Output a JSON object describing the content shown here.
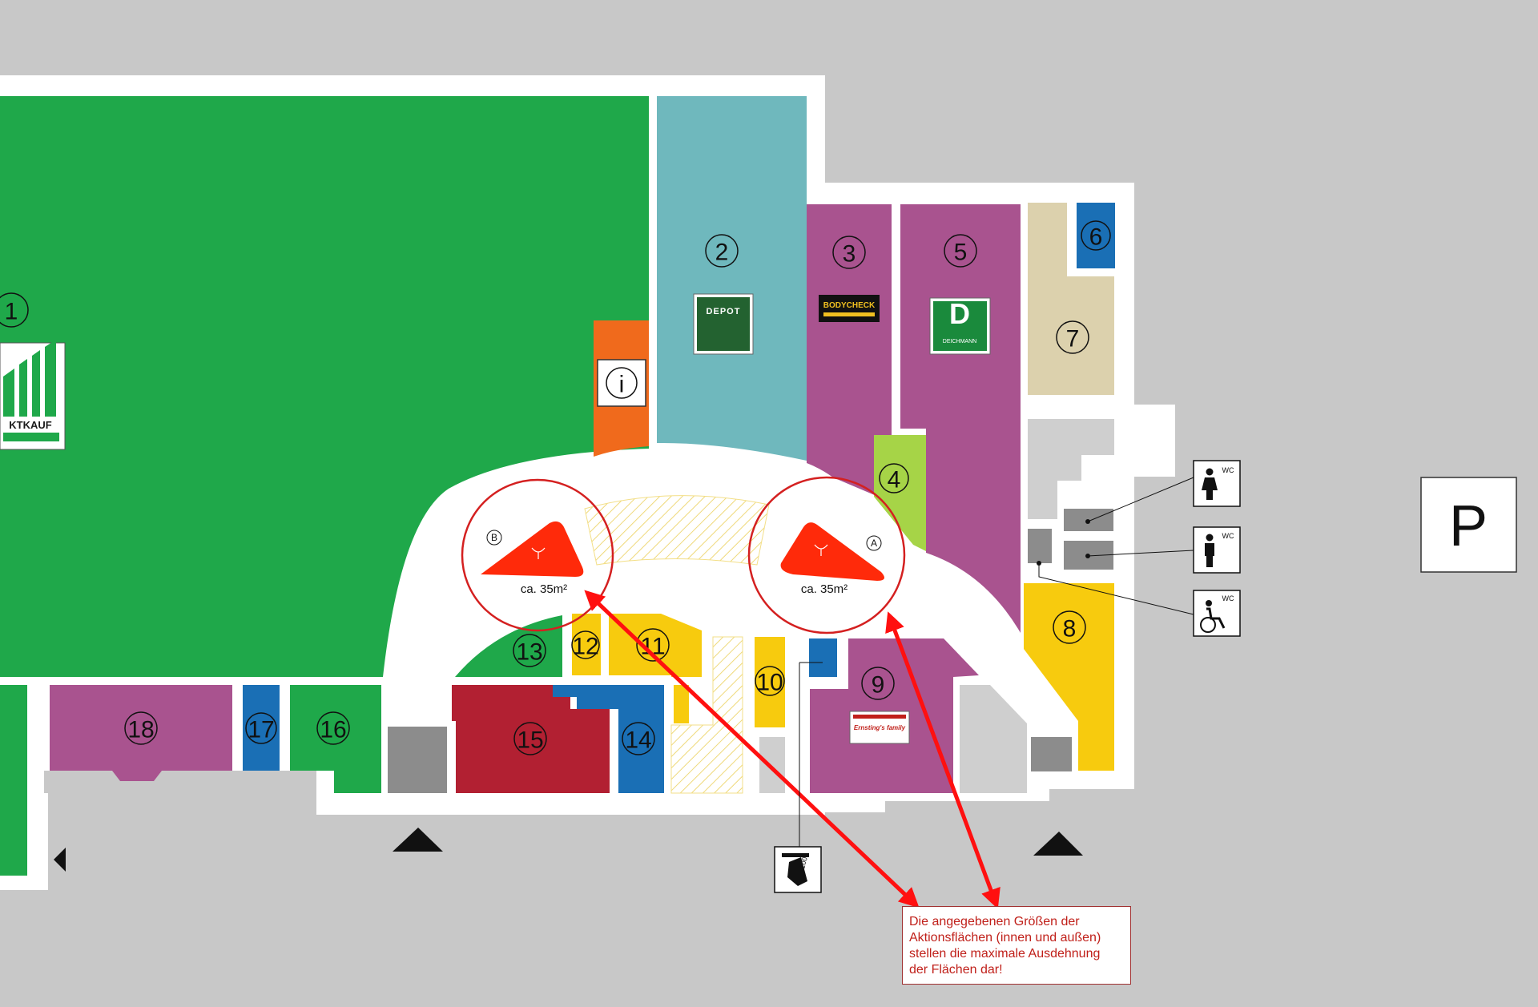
{
  "stores": [
    {
      "id": "1",
      "color": "#1fa84a"
    },
    {
      "id": "2",
      "color": "#6fb8bd"
    },
    {
      "id": "3",
      "color": "#a9538f"
    },
    {
      "id": "4",
      "color": "#a6d447"
    },
    {
      "id": "5",
      "color": "#a9538f"
    },
    {
      "id": "6",
      "color": "#1a6fb5"
    },
    {
      "id": "7",
      "color": "#dcd1ad"
    },
    {
      "id": "8",
      "color": "#f7cb0e"
    },
    {
      "id": "9",
      "color": "#a9538f"
    },
    {
      "id": "10",
      "color": "#f7cb0e"
    },
    {
      "id": "11",
      "color": "#f7cb0e"
    },
    {
      "id": "12",
      "color": "#f7cb0e"
    },
    {
      "id": "13",
      "color": "#1fa84a"
    },
    {
      "id": "14",
      "color": "#1a6fb5"
    },
    {
      "id": "15",
      "color": "#b22032"
    },
    {
      "id": "16",
      "color": "#1fa84a"
    },
    {
      "id": "17",
      "color": "#1a6fb5"
    },
    {
      "id": "18",
      "color": "#a9538f"
    }
  ],
  "logos": {
    "marktkauf": "KTKAUF",
    "depot": "DEPOT",
    "bodycheck": "BODYCHECK",
    "deichmann_letter": "D",
    "deichmann": "DEICHMANN",
    "ernstings_family": "Ernsting's family"
  },
  "action_areas": [
    {
      "letter": "A",
      "size": "ca. 35m²"
    },
    {
      "letter": "B",
      "size": "ca. 35m²"
    }
  ],
  "facilities": {
    "info": "i",
    "wc": "WC",
    "parking": "P",
    "atm": "100"
  },
  "note": {
    "text": "Die angegebenen Größen der\nAktionsflächen (innen und außen)\nstellen die maximale Ausdehnung\nder Flächen dar!"
  },
  "colors": {
    "background": "#c8c8c8",
    "mall_floor": "#ffffff",
    "service_grey": "#8c8c8c",
    "light_grey": "#cfcfcf",
    "info_orange": "#f06a1c",
    "action_red": "#ff2a0a",
    "circle_red": "#d42020",
    "arrow_red": "#ff1010",
    "hatch_yellow": "#f3df88"
  }
}
